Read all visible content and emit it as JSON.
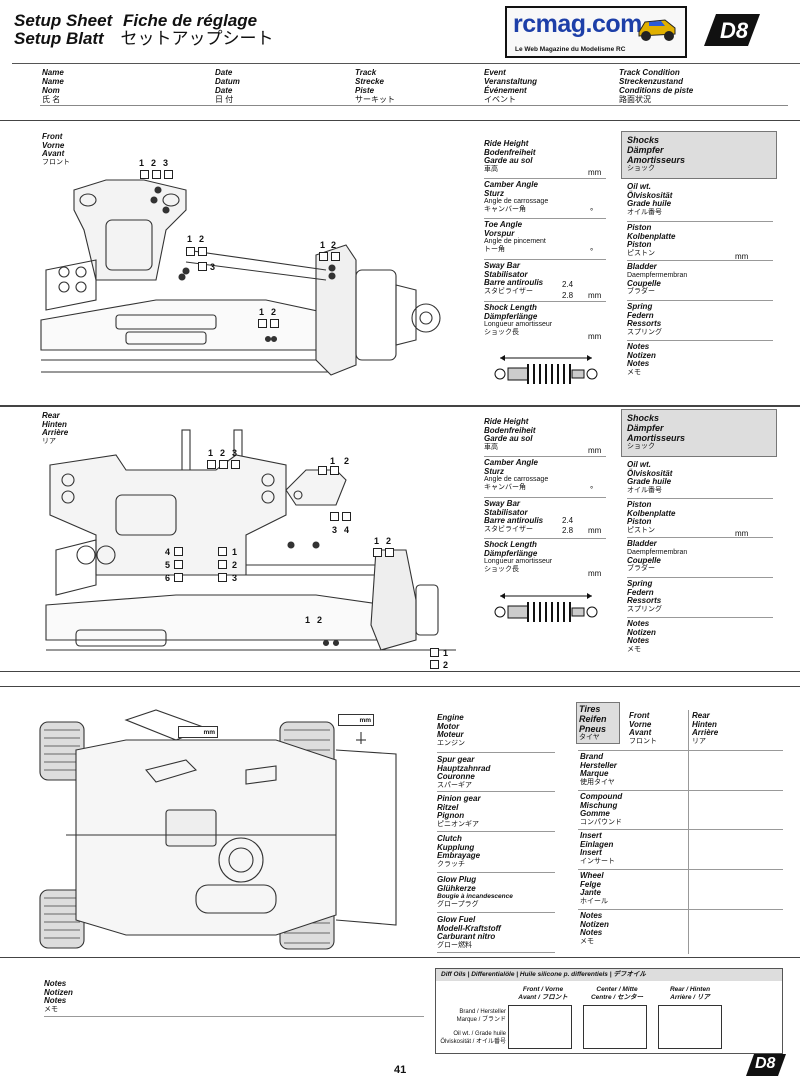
{
  "header": {
    "title_line1": "Setup Sheet",
    "title_line1b": "Fiche de réglage",
    "title_line2": "Setup Blatt",
    "title_line2b": "セットアップシート",
    "logo_text": "rcmag.com",
    "logo_tagline": "Le Web Magazine du Modelisme RC",
    "brand_logo": "D8"
  },
  "info_fields": [
    {
      "l1": "Name",
      "l2": "Name",
      "l3": "Nom",
      "l4": "氏 名"
    },
    {
      "l1": "Date",
      "l2": "Datum",
      "l3": "Date",
      "l4": "日 付"
    },
    {
      "l1": "Track",
      "l2": "Strecke",
      "l3": "Piste",
      "l4": "サーキット"
    },
    {
      "l1": "Event",
      "l2": "Veranstaltung",
      "l3": "Événement",
      "l4": "イベント"
    },
    {
      "l1": "Track Condition",
      "l2": "Streckenzustand",
      "l3": "Conditions de piste",
      "l4": "路面状況"
    }
  ],
  "front": {
    "label": [
      "Front",
      "Vorne",
      "Avant",
      "フロント"
    ],
    "ride_height": [
      "Ride Height",
      "Bodenfreiheit",
      "Garde au sol",
      "車高"
    ],
    "camber": [
      "Camber Angle",
      "Sturz",
      "Angle de carrossage",
      "キャンバー角"
    ],
    "toe": [
      "Toe Angle",
      "Vorspur",
      "Angle de pincement",
      "トー角"
    ],
    "sway": [
      "Sway Bar",
      "Stabilisator",
      "Barre antiroulis",
      "スタビライザー"
    ],
    "sway_values": [
      "2.4",
      "2.8"
    ],
    "shock_length": [
      "Shock Length",
      "Dämpferlänge",
      "Longueur amortisseur",
      "ショック長"
    ],
    "mm": "mm",
    "deg": "°",
    "numbers_top": [
      "1",
      "2",
      "3"
    ],
    "numbers_mid": [
      "1",
      "2"
    ],
    "num3": "3"
  },
  "shocks_front": {
    "title": [
      "Shocks",
      "Dämpfer",
      "Amortisseurs",
      "ショック"
    ],
    "oil": [
      "Oil wt.",
      "Ölviskosität",
      "Grade huile",
      "オイル番号"
    ],
    "piston": [
      "Piston",
      "Kolbenplatte",
      "Piston",
      "ピストン"
    ],
    "bladder": [
      "Bladder",
      "Daempfermembran",
      "Coupelle",
      "ブラダー"
    ],
    "spring": [
      "Spring",
      "Federn",
      "Ressorts",
      "スプリング"
    ],
    "notes": [
      "Notes",
      "Notizen",
      "Notes",
      "メモ"
    ],
    "mm": "mm"
  },
  "rear": {
    "label": [
      "Rear",
      "Hinten",
      "Arrière",
      "リア"
    ],
    "ride_height": [
      "Ride Height",
      "Bodenfreiheit",
      "Garde au sol",
      "車高"
    ],
    "camber": [
      "Camber Angle",
      "Sturz",
      "Angle de carrossage",
      "キャンバー角"
    ],
    "sway": [
      "Sway Bar",
      "Stabilisator",
      "Barre antiroulis",
      "スタビライザー"
    ],
    "sway_values": [
      "2.4",
      "2.8"
    ],
    "shock_length": [
      "Shock Length",
      "Dämpferlänge",
      "Longueur amortisseur",
      "ショック長"
    ],
    "mm": "mm",
    "deg": "°",
    "nums_left": [
      "4",
      "5",
      "6"
    ],
    "nums_right": [
      "1",
      "2",
      "3"
    ],
    "nums_34": [
      "3",
      "4"
    ]
  },
  "shocks_rear": {
    "title": [
      "Shocks",
      "Dämpfer",
      "Amortisseurs",
      "ショック"
    ],
    "oil": [
      "Oil wt.",
      "Ölviskosität",
      "Grade huile",
      "オイル番号"
    ],
    "piston": [
      "Piston",
      "Kolbenplatte",
      "Piston",
      "ピストン"
    ],
    "bladder": [
      "Bladder",
      "Daempfermembran",
      "Coupelle",
      "ブラダー"
    ],
    "spring": [
      "Spring",
      "Federn",
      "Ressorts",
      "スプリング"
    ],
    "notes": [
      "Notes",
      "Notizen",
      "Notes",
      "メモ"
    ],
    "mm": "mm"
  },
  "engine": {
    "engine": [
      "Engine",
      "Motor",
      "Moteur",
      "エンジン"
    ],
    "spur": [
      "Spur gear",
      "Hauptzahnrad",
      "Couronne",
      "スパーギア"
    ],
    "pinion": [
      "Pinion gear",
      "Ritzel",
      "Pignon",
      "ピニオンギア"
    ],
    "clutch": [
      "Clutch",
      "Kupplung",
      "Embrayage",
      "クラッチ"
    ],
    "glow": [
      "Glow Plug",
      "Glühkerze",
      "Bougie à incandescence",
      "グロープラグ"
    ],
    "fuel": [
      "Glow Fuel",
      "Modell-Kraftstoff",
      "Carburant nitro",
      "グロー燃料"
    ],
    "mm": "mm"
  },
  "tires": {
    "title": [
      "Tires",
      "Reifen",
      "Pneus",
      "タイヤ"
    ],
    "front": [
      "Front",
      "Vorne",
      "Avant",
      "フロント"
    ],
    "rear": [
      "Rear",
      "Hinten",
      "Arrière",
      "リア"
    ],
    "brand": [
      "Brand",
      "Hersteller",
      "Marque",
      "使用タイヤ"
    ],
    "compound": [
      "Compound",
      "Mischung",
      "Gomme",
      "コンパウンド"
    ],
    "insert": [
      "Insert",
      "Einlagen",
      "Insert",
      "インサート"
    ],
    "wheel": [
      "Wheel",
      "Felge",
      "Jante",
      "ホイール"
    ],
    "notes": [
      "Notes",
      "Notizen",
      "Notes",
      "メモ"
    ]
  },
  "notes_bottom": [
    "Notes",
    "Notizen",
    "Notes",
    "メモ"
  ],
  "diff": {
    "title": "Diff Oils | Differentialöle | Huile silicone p. differentiels | デフオイル",
    "front_h1": "Front / Vorne",
    "front_h2": "Avant / フロント",
    "center_h1": "Center / Mitte",
    "center_h2": "Centre / センター",
    "rear_h1": "Rear / Hinten",
    "rear_h2": "Arrière / リア",
    "brand_l1": "Brand / Hersteller",
    "brand_l2": "Marque / ブランド",
    "oil_l1": "Oil wt. / Grade huile",
    "oil_l2": "Ölviskosität / オイル番号"
  },
  "footer": {
    "page_number": "41",
    "logo": "D8"
  }
}
